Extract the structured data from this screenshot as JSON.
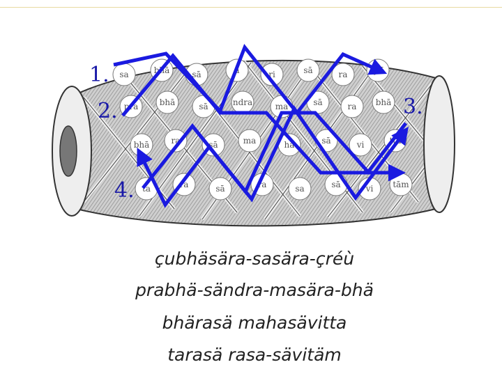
{
  "diagram": {
    "markers": [
      "1.",
      "2.",
      "3.",
      "4."
    ],
    "node_syllables": [
      "sa",
      "bhā",
      "sā",
      "a",
      "ri",
      "sā",
      "ra",
      "çrī",
      "pra",
      "bhā",
      "sā",
      "ndra",
      "ma",
      "sā",
      "ra",
      "bhā",
      "bhā",
      "ra",
      "sā",
      "ma",
      "ha",
      "sā",
      "vi",
      "tta",
      "ta",
      "ra",
      "sā",
      "ra",
      "sa",
      "sā",
      "vi",
      "tām"
    ],
    "path_color": "#1a1ae0"
  },
  "verse": {
    "line1": "çubhäsära-sasära-çréù",
    "line2": "prabhä-sändra-masära-bhä",
    "line3": "bhärasä mahasävitta",
    "line4": "tarasä rasa-sävitäm"
  }
}
